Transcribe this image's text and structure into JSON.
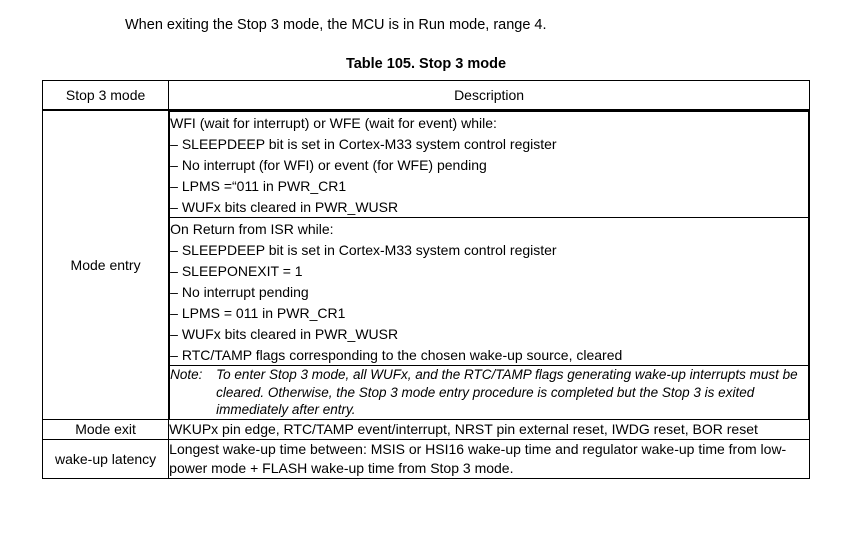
{
  "intro": {
    "text": "When exiting the Stop 3 mode, the MCU is in Run mode, range 4."
  },
  "table": {
    "caption": "Table 105. Stop 3 mode",
    "headers": {
      "col1": "Stop 3 mode",
      "col2": "Description"
    },
    "rows": [
      {
        "label": "Mode entry",
        "blocks": [
          {
            "type": "list",
            "lines": [
              "WFI (wait for interrupt) or WFE (wait for event) while:",
              "– SLEEPDEEP bit is set in Cortex-M33 system control register",
              "– No interrupt (for WFI) or event (for WFE) pending",
              "– LPMS =“011 in PWR_CR1",
              "– WUFx bits cleared in PWR_WUSR"
            ]
          },
          {
            "type": "list",
            "lines": [
              "On Return from ISR while:",
              "– SLEEPDEEP bit is set in Cortex-M33 system control register",
              "– SLEEPONEXIT = 1",
              "– No interrupt pending",
              "– LPMS = 011 in PWR_CR1",
              "– WUFx bits cleared in PWR_WUSR",
              "– RTC/TAMP flags corresponding to the chosen wake-up source, cleared"
            ]
          },
          {
            "type": "note",
            "label": "Note:",
            "body": "To enter Stop 3 mode, all WUFx, and the RTC/TAMP flags generating wake-up interrupts must be cleared. Otherwise, the Stop 3 mode entry procedure is completed but the Stop 3 is exited immediately after entry."
          }
        ]
      },
      {
        "label": "Mode exit",
        "text": "WKUPx pin edge, RTC/TAMP event/interrupt, NRST pin external reset, IWDG reset, BOR reset"
      },
      {
        "label": "wake-up latency",
        "text": "Longest wake-up time between: MSIS or HSI16 wake-up time and regulator wake-up time from low-power mode + FLASH wake-up time from Stop 3 mode."
      }
    ]
  }
}
